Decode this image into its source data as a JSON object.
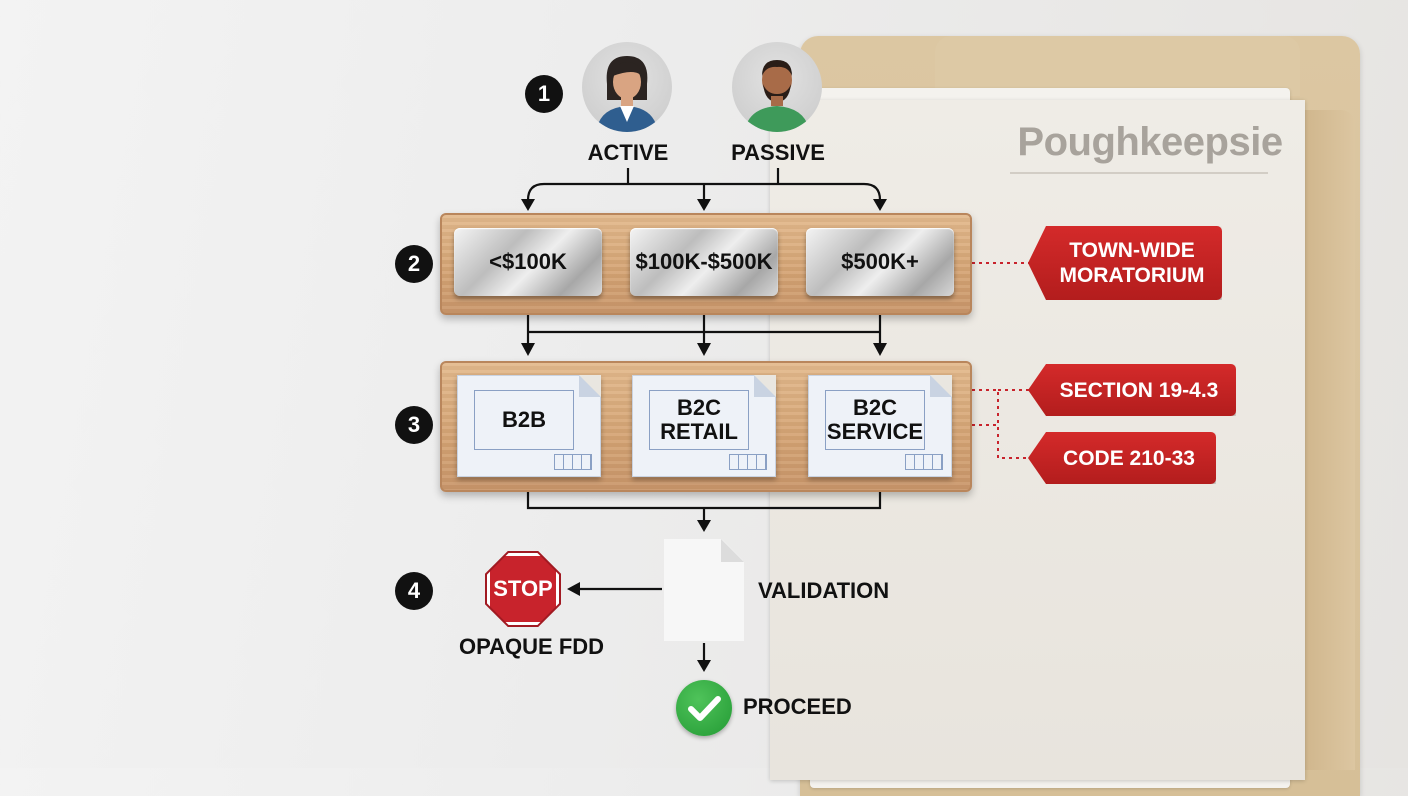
{
  "folder": {
    "title": "Poughkeepsie"
  },
  "steps": [
    "1",
    "2",
    "3",
    "4"
  ],
  "roles": {
    "active": "ACTIVE",
    "passive": "PASSIVE"
  },
  "revenue_tiers": [
    "<$100K",
    "$100K-$500K",
    "$500K+"
  ],
  "business_types": [
    {
      "line1": "B2B",
      "line2": ""
    },
    {
      "line1": "B2C",
      "line2": "RETAIL"
    },
    {
      "line1": "B2C",
      "line2": "SERVICE"
    }
  ],
  "tags": {
    "moratorium_line1": "TOWN-WIDE",
    "moratorium_line2": "MORATORIUM",
    "section": "SECTION 19-4.3",
    "code": "CODE 210-33"
  },
  "validation": {
    "label": "VALIDATION"
  },
  "stop": {
    "sign": "STOP",
    "label": "OPAQUE FDD"
  },
  "proceed": {
    "label": "PROCEED"
  },
  "colors": {
    "tag_red": "#c8232c",
    "check_green": "#2ea63e",
    "wood": "#d4a373"
  },
  "icons": [
    "female-avatar-icon",
    "male-avatar-icon",
    "stop-sign-icon",
    "checkmark-icon",
    "document-icon"
  ]
}
